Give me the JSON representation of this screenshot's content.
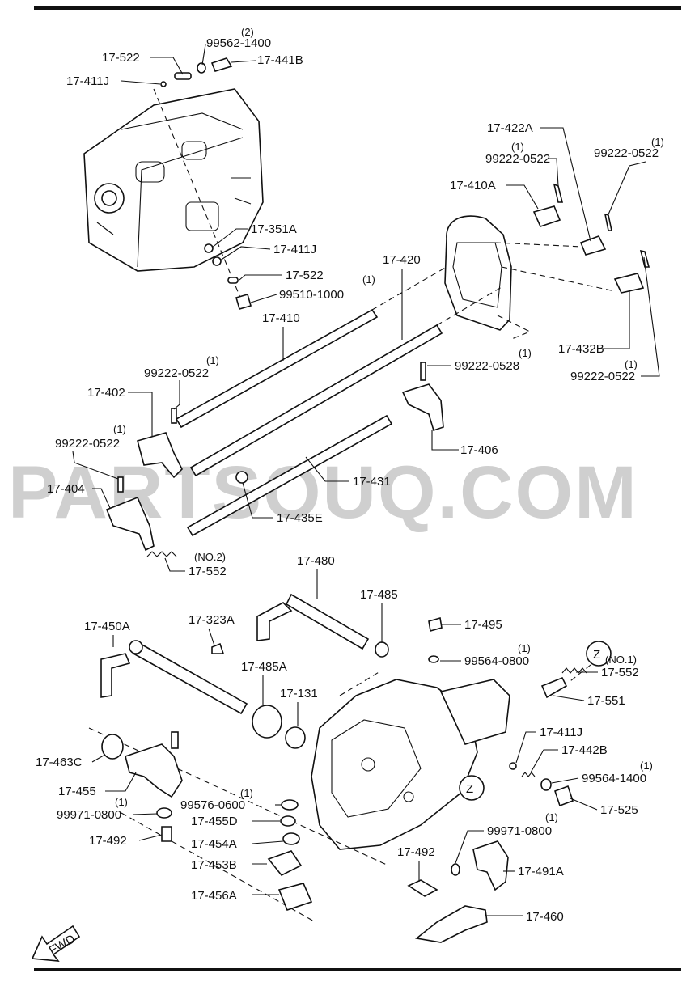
{
  "watermark": "PARTSOUQ.COM",
  "fwd_label": "FWD",
  "callouts": [
    {
      "id": "c1",
      "code": "17-522"
    },
    {
      "id": "c2",
      "code": "99562-1400",
      "qty": "(2)"
    },
    {
      "id": "c3",
      "code": "17-441B"
    },
    {
      "id": "c4",
      "code": "17-411J"
    },
    {
      "id": "c5",
      "code": "17-351A"
    },
    {
      "id": "c6",
      "code": "17-411J"
    },
    {
      "id": "c7",
      "code": "17-522"
    },
    {
      "id": "c8",
      "code": "99510-1000",
      "qty": "(1)"
    },
    {
      "id": "c9",
      "code": "17-410"
    },
    {
      "id": "c10",
      "code": "17-420"
    },
    {
      "id": "c11",
      "code": "17-422A"
    },
    {
      "id": "c12",
      "code": "99222-0522",
      "qty": "(1)"
    },
    {
      "id": "c13",
      "code": "17-410A"
    },
    {
      "id": "c14",
      "code": "99222-0522",
      "qty": "(1)"
    },
    {
      "id": "c15",
      "code": "17-432B"
    },
    {
      "id": "c16",
      "code": "99222-0522",
      "qty": "(1)"
    },
    {
      "id": "c17",
      "code": "99222-0528",
      "qty": "(1)"
    },
    {
      "id": "c18",
      "code": "17-406"
    },
    {
      "id": "c19",
      "code": "99222-0522",
      "qty": "(1)"
    },
    {
      "id": "c20",
      "code": "17-402"
    },
    {
      "id": "c21",
      "code": "99222-0522",
      "qty": "(1)"
    },
    {
      "id": "c22",
      "code": "17-404"
    },
    {
      "id": "c23",
      "code": "17-431"
    },
    {
      "id": "c24",
      "code": "17-435E"
    },
    {
      "id": "c25",
      "code": "17-552",
      "qty": "(NO.2)"
    },
    {
      "id": "c26",
      "code": "17-480"
    },
    {
      "id": "c27",
      "code": "17-485"
    },
    {
      "id": "c28",
      "code": "17-450A"
    },
    {
      "id": "c29",
      "code": "17-323A"
    },
    {
      "id": "c30",
      "code": "17-495"
    },
    {
      "id": "c31",
      "code": "99564-0800",
      "qty": "(1)"
    },
    {
      "id": "c32",
      "code": "17-485A"
    },
    {
      "id": "c33",
      "code": "17-131"
    },
    {
      "id": "c34",
      "code": "17-552",
      "qty": "(NO.1)"
    },
    {
      "id": "c35",
      "code": "17-551"
    },
    {
      "id": "c36",
      "code": "17-411J"
    },
    {
      "id": "c37",
      "code": "17-442B"
    },
    {
      "id": "c38",
      "code": "99564-1400",
      "qty": "(1)"
    },
    {
      "id": "c39",
      "code": "17-525"
    },
    {
      "id": "c40",
      "code": "17-463C"
    },
    {
      "id": "c41",
      "code": "17-455"
    },
    {
      "id": "c42",
      "code": "99971-0800",
      "qty": "(1)"
    },
    {
      "id": "c43",
      "code": "17-492"
    },
    {
      "id": "c44",
      "code": "99576-0600",
      "qty": "(1)"
    },
    {
      "id": "c45",
      "code": "17-455D"
    },
    {
      "id": "c46",
      "code": "17-454A"
    },
    {
      "id": "c47",
      "code": "17-453B"
    },
    {
      "id": "c48",
      "code": "17-456A"
    },
    {
      "id": "c49",
      "code": "99971-0800",
      "qty": "(1)"
    },
    {
      "id": "c50",
      "code": "17-492"
    },
    {
      "id": "c51",
      "code": "17-491A"
    },
    {
      "id": "c52",
      "code": "17-460"
    }
  ],
  "markers": [
    "Z",
    "Z"
  ]
}
